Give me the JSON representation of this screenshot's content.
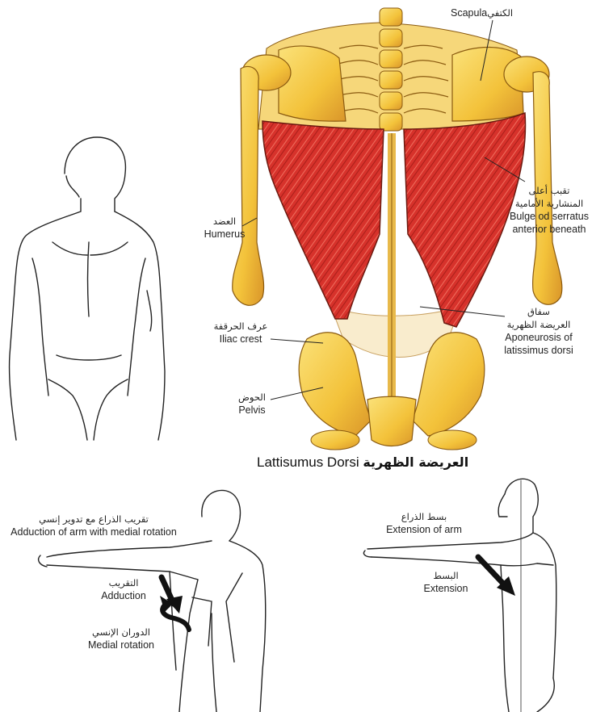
{
  "title": {
    "en": "Lattisumus Dorsi",
    "ar": "العريضة الظهرية"
  },
  "labels": {
    "scapula": {
      "en": "Scapula",
      "ar": "الكتفي"
    },
    "serratus": {
      "ar1": "تقبب أعلى",
      "ar2": "المنشارية الأمامية",
      "en1": "Bulge od serratus",
      "en2": "anterior beneath"
    },
    "humerus": {
      "en": "Humerus",
      "ar": "العضد"
    },
    "aponeurosis": {
      "ar1": "سفاق",
      "ar2": "العريضة الظهرية",
      "en1": "Aponeurosis of",
      "en2": "latissimus dorsi"
    },
    "iliac": {
      "en": "Iliac crest",
      "ar": "عرف الحرقفة"
    },
    "pelvis": {
      "en": "Pelvis",
      "ar": "الحوض"
    },
    "adduction_rot": {
      "ar": "تقريب الذراع مع تدوير إنسي",
      "en": "Adduction of arm with medial rotation"
    },
    "adduction": {
      "ar": "التقريب",
      "en": "Adduction"
    },
    "medial_rot": {
      "ar": "الدوران الإنسي",
      "en": "Medial rotation"
    },
    "ext_arm": {
      "ar": "بسط الذراع",
      "en": "Extension of arm"
    },
    "extension": {
      "ar": "البسط",
      "en": "Extension"
    }
  },
  "colors": {
    "muscle": "#d7322b",
    "bone": "#f3c23a",
    "bone_shade": "#d9952a",
    "ink": "#222222"
  }
}
